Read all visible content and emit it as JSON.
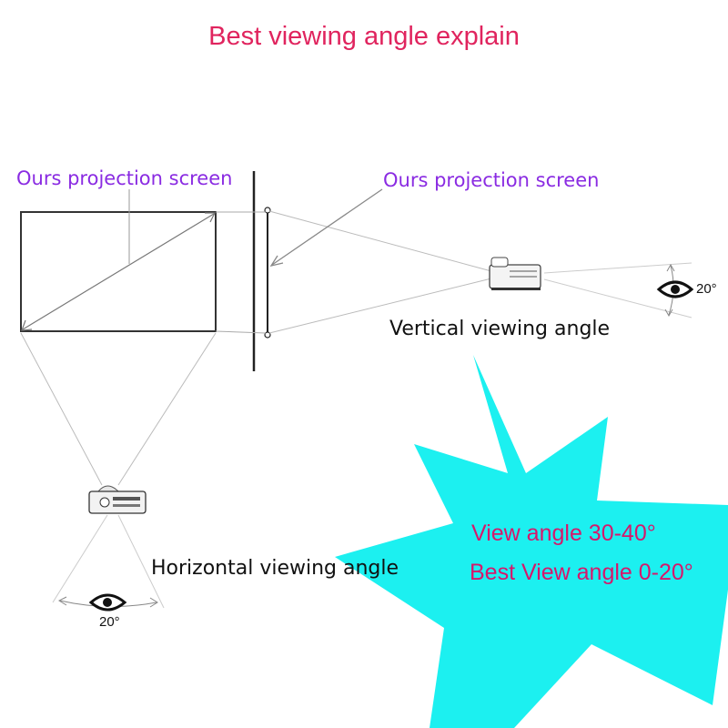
{
  "title": "Best viewing angle explain",
  "labels": {
    "screen_left": "Ours projection screen",
    "screen_right": "Ours projection screen",
    "vertical": "Vertical viewing angle",
    "horizontal": "Horizontal viewing angle",
    "angle_right": "20°",
    "angle_bottom": "20°"
  },
  "starburst": {
    "line1": "View angle 30-40°",
    "line2": "Best View angle 0-20°",
    "fill": "#1cf0f0"
  },
  "icons": [
    "eye-icon",
    "projector-icon",
    "arrow-icon"
  ]
}
